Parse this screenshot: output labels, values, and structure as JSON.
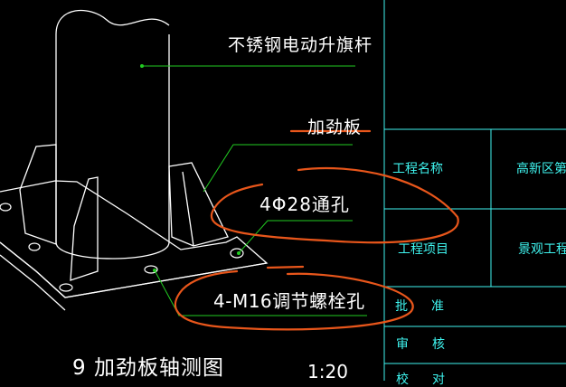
{
  "drawing": {
    "callouts": {
      "pole_label": "不锈钢电动升旗杆",
      "stiffener_label": "加劲板",
      "hole_label": "4Φ28通孔",
      "bolt_label": "4-M16调节螺栓孔"
    },
    "view_title": "9 加劲板轴测图",
    "view_scale": "1:20"
  },
  "title_block": {
    "project_name_label": "工程名称",
    "project_name_value": "高新区第",
    "project_item_label": "工程项目",
    "project_item_value": "景观工程",
    "approve_label": "批准",
    "review_label": "审核",
    "check_label": "校对"
  },
  "colors": {
    "background": "#000000",
    "linework": "#ffffff",
    "leader": "#22cc22",
    "title_block": "#3ff5f0",
    "markup": "#e8561b"
  }
}
